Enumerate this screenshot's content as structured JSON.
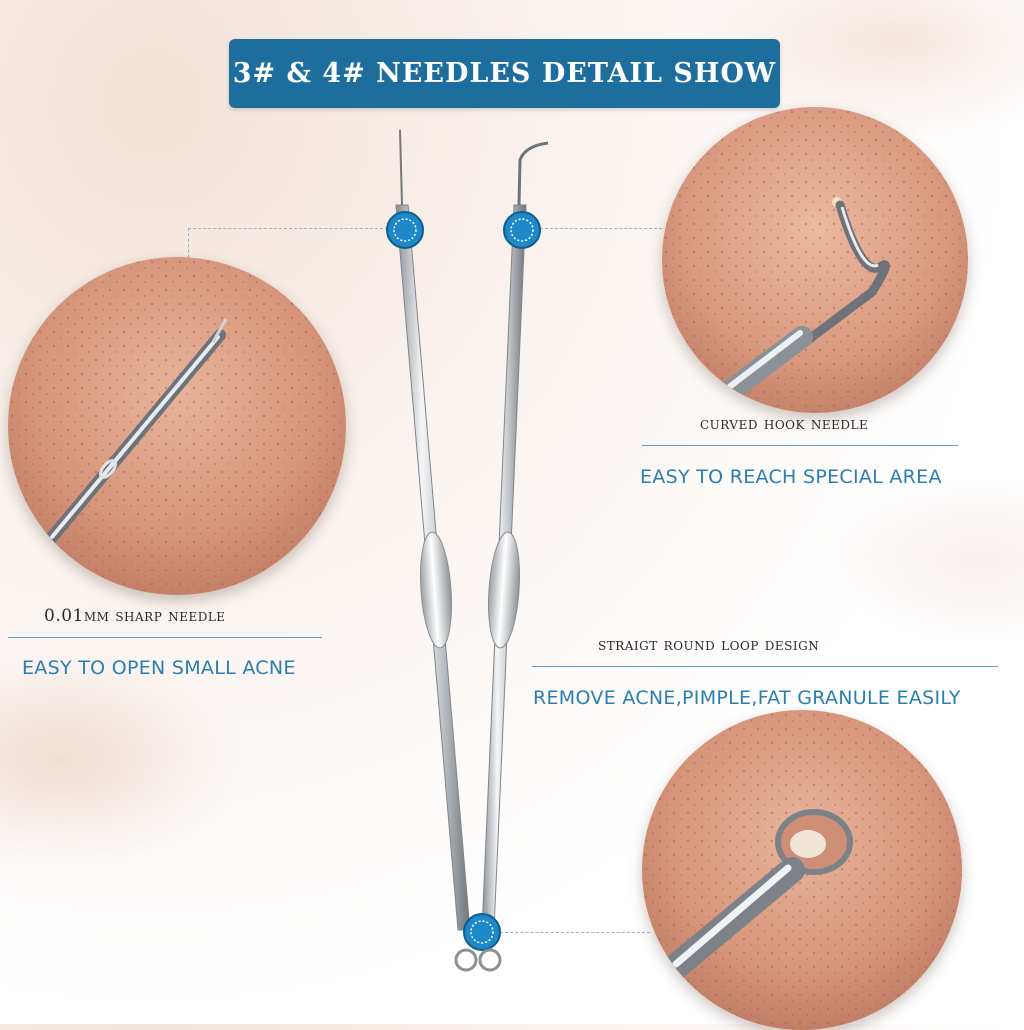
{
  "banner": {
    "title": "3# & 4# NEEDLES DETAIL SHOW"
  },
  "features": {
    "sharp": {
      "title": "0.01mm sharp needle",
      "subtitle": "EASY TO OPEN SMALL ACNE"
    },
    "hook": {
      "title": "curved hook needle",
      "subtitle": "EASY TO REACH SPECIAL AREA"
    },
    "loop": {
      "title": "straigt round loop design",
      "subtitle": "REMOVE ACNE,PIMPLE,FAT GRANULE EASILY"
    }
  },
  "colors": {
    "banner": "#1d6e9c",
    "subtitle": "#2a7fb0",
    "rule": "#5a9fc4",
    "skin": "#d99a80",
    "accent_ring": "#1e88c8"
  }
}
